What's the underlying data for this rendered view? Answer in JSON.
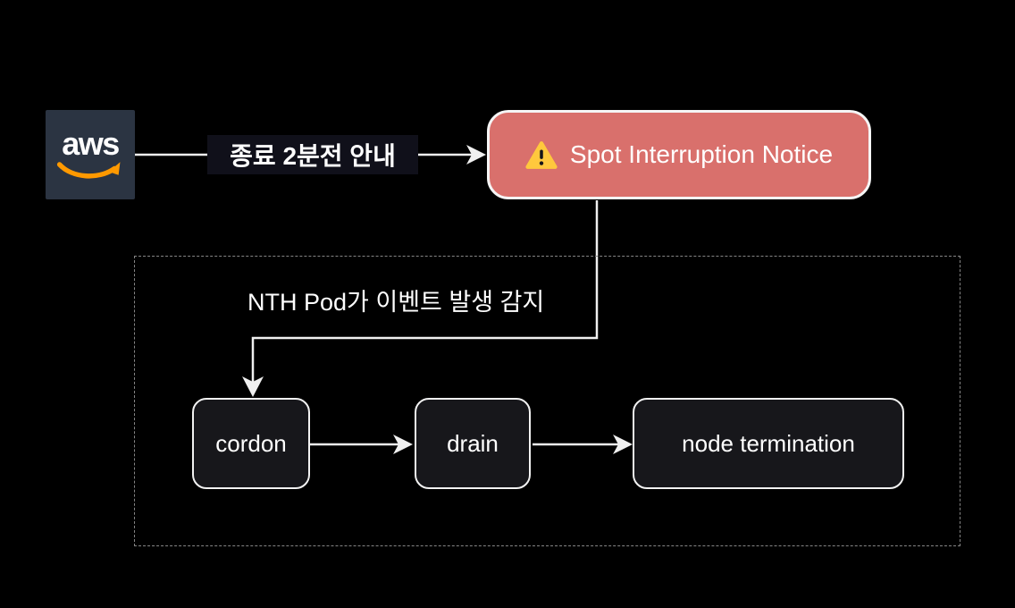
{
  "diagram": {
    "aws_node": {
      "label": "aws"
    },
    "edge_aws_to_notice": {
      "label": "종료 2분전 안내"
    },
    "notice_node": {
      "label": "Spot Interruption Notice",
      "icon": "warning-triangle"
    },
    "nth_group": {
      "label": "NTH Pod가 이벤트 발생 감지",
      "nodes": [
        {
          "label": "cordon"
        },
        {
          "label": "drain"
        },
        {
          "label": "node termination"
        }
      ]
    },
    "colors": {
      "background": "#000000",
      "aws_tile": "#2b3442",
      "aws_orange": "#ff9900",
      "notice_fill": "#d9706c",
      "notice_border": "#f5f5f5",
      "node_fill": "#17171b",
      "node_border": "#f2f2f2",
      "connector": "#f0f0f0",
      "dashed_border": "#858585",
      "warning_yellow": "#ffc83d",
      "text": "#ffffff"
    }
  }
}
